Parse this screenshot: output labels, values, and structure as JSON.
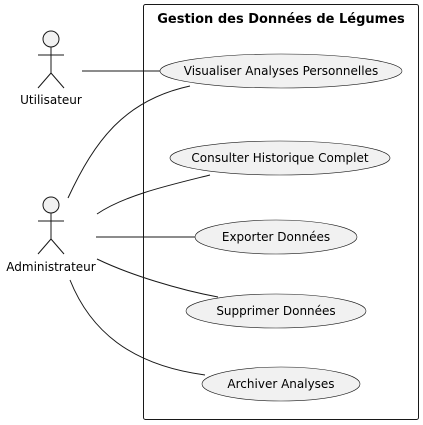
{
  "system": {
    "title": "Gestion des Données de Légumes"
  },
  "actors": [
    {
      "id": "utilisateur",
      "label": "Utilisateur"
    },
    {
      "id": "administrateur",
      "label": "Administrateur"
    }
  ],
  "use_cases": [
    {
      "id": "visualiser",
      "label": "Visualiser Analyses Personnelles"
    },
    {
      "id": "consulter",
      "label": "Consulter Historique Complet"
    },
    {
      "id": "exporter",
      "label": "Exporter Données"
    },
    {
      "id": "supprimer",
      "label": "Supprimer Données"
    },
    {
      "id": "archiver",
      "label": "Archiver Analyses"
    }
  ],
  "associations": [
    {
      "from": "utilisateur",
      "to": "visualiser"
    },
    {
      "from": "administrateur",
      "to": "visualiser"
    },
    {
      "from": "administrateur",
      "to": "consulter"
    },
    {
      "from": "administrateur",
      "to": "exporter"
    },
    {
      "from": "administrateur",
      "to": "supprimer"
    },
    {
      "from": "administrateur",
      "to": "archiver"
    }
  ],
  "colors": {
    "stroke": "#181818",
    "fill": "#f1f1f1",
    "background": "#ffffff"
  }
}
